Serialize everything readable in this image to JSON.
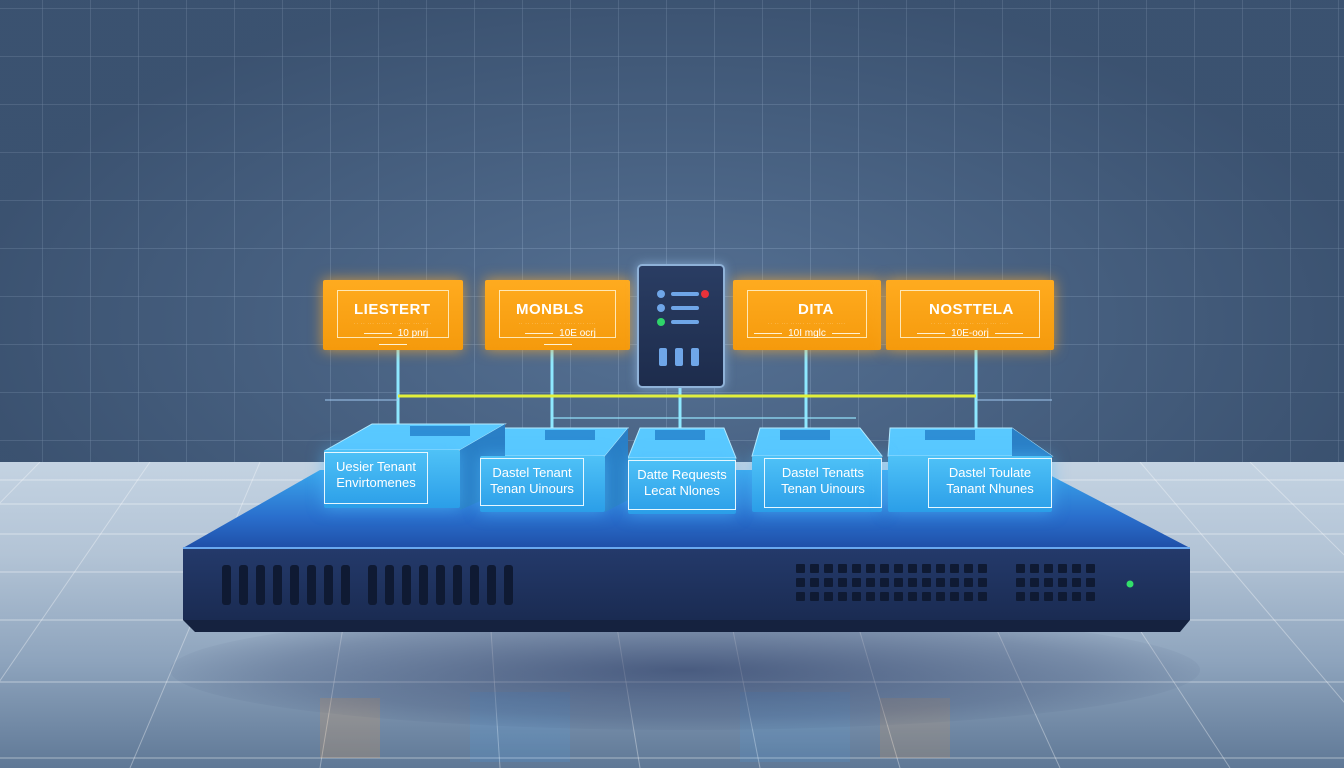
{
  "scene": {
    "colors": {
      "wall": "#4a6586",
      "label_orange": "#ffab1f",
      "module_blue": "#3ab0f0",
      "connector_yellow": "#e2f03a",
      "connector_cyan": "#8ee8ff",
      "device_navy": "#1e2f58"
    }
  },
  "labels": [
    {
      "title": "LIESTERT",
      "small": "·· ·· ··· ······ ·· ····· ··· ····",
      "sub": "10 pnrj"
    },
    {
      "title": "MONBLS",
      "small": "·· ·· ··· ······ ·· ····· ··· ····",
      "sub": "10E ocrj"
    },
    {
      "title": "DITA",
      "small": "·· ·· ··· ······ ·· ····· ··· ····",
      "sub": "10I mglc"
    },
    {
      "title": "NOSTTELA",
      "small": "·· ·· ··· ······ ·· ····· ··· ····",
      "sub": "10E-oorj"
    }
  ],
  "modules": [
    {
      "line1": "Uesier Tenant",
      "line2": "Envirtomenes"
    },
    {
      "line1": "Dastel Tenant",
      "line2": "Tenan Uinours"
    },
    {
      "line1": "Datte Requests",
      "line2": "Lecat Nlones"
    },
    {
      "line1": "Dastel Tenatts",
      "line2": "Tenan Uinours"
    },
    {
      "line1": "Dastel Toulate",
      "line2": "Tanant Nhunes"
    }
  ],
  "server": {
    "icon": "server-icon",
    "status_lights": [
      "#e8323a",
      "#2fd46a"
    ]
  },
  "device": {
    "status_led": "#32e06a"
  }
}
